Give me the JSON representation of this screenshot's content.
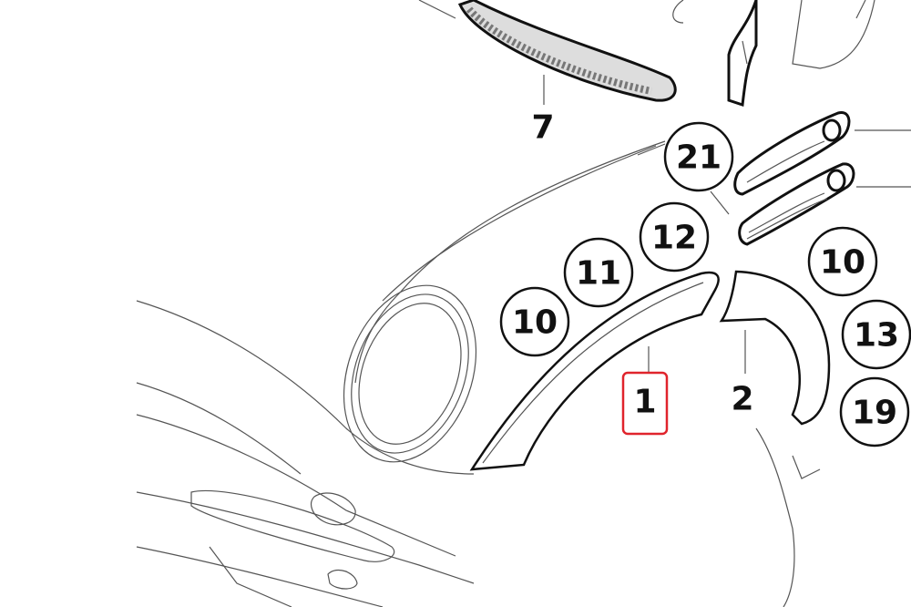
{
  "diagram": {
    "callouts": [
      {
        "id": "21",
        "label": "21"
      },
      {
        "id": "12",
        "label": "12"
      },
      {
        "id": "11",
        "label": "11"
      },
      {
        "id": "10a",
        "label": "10"
      },
      {
        "id": "10b",
        "label": "10"
      },
      {
        "id": "13",
        "label": "13"
      },
      {
        "id": "19",
        "label": "19"
      }
    ],
    "part_labels": [
      {
        "id": "7",
        "label": "7"
      },
      {
        "id": "1",
        "label": "1",
        "highlighted": true
      },
      {
        "id": "2",
        "label": "2"
      }
    ],
    "highlight_color": "#e0242c"
  }
}
